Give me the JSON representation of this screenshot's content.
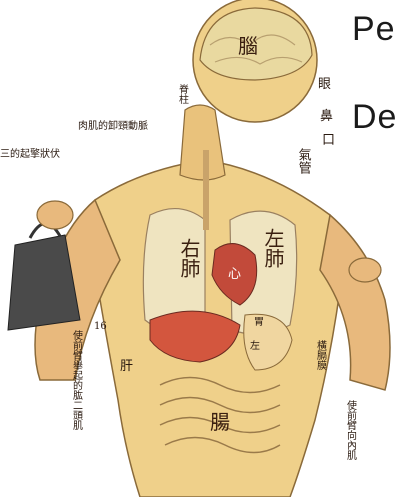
{
  "overlay": {
    "line1": "Pe",
    "line2": "De"
  },
  "labels": {
    "brain": "腦",
    "eye": "眼",
    "nose": "鼻",
    "mouth": "口",
    "trachea": "氣管",
    "spine": "脊柱",
    "intercostal": "肉肌的卸頸動脈",
    "left_arm_top": "三的起擎狀伏",
    "right_lung": "右肺",
    "left_lung": "左肺",
    "heart": "心",
    "liver": "肝",
    "stomach": "胃",
    "left_label": "左",
    "diaphragm": "橫膈膜",
    "intestine": "腸",
    "left_forearm": "使前臂舉起的肱二頭肌",
    "right_forearm": "使前臂向內肌",
    "small_mark": "16"
  },
  "colors": {
    "skin": "#efd08a",
    "muscle": "#e8b97d",
    "brain": "#e9d9a0",
    "heart": "#c24a3a",
    "liver": "#d3563e",
    "weight": "#4a4a4a",
    "background": "#ffffff"
  }
}
